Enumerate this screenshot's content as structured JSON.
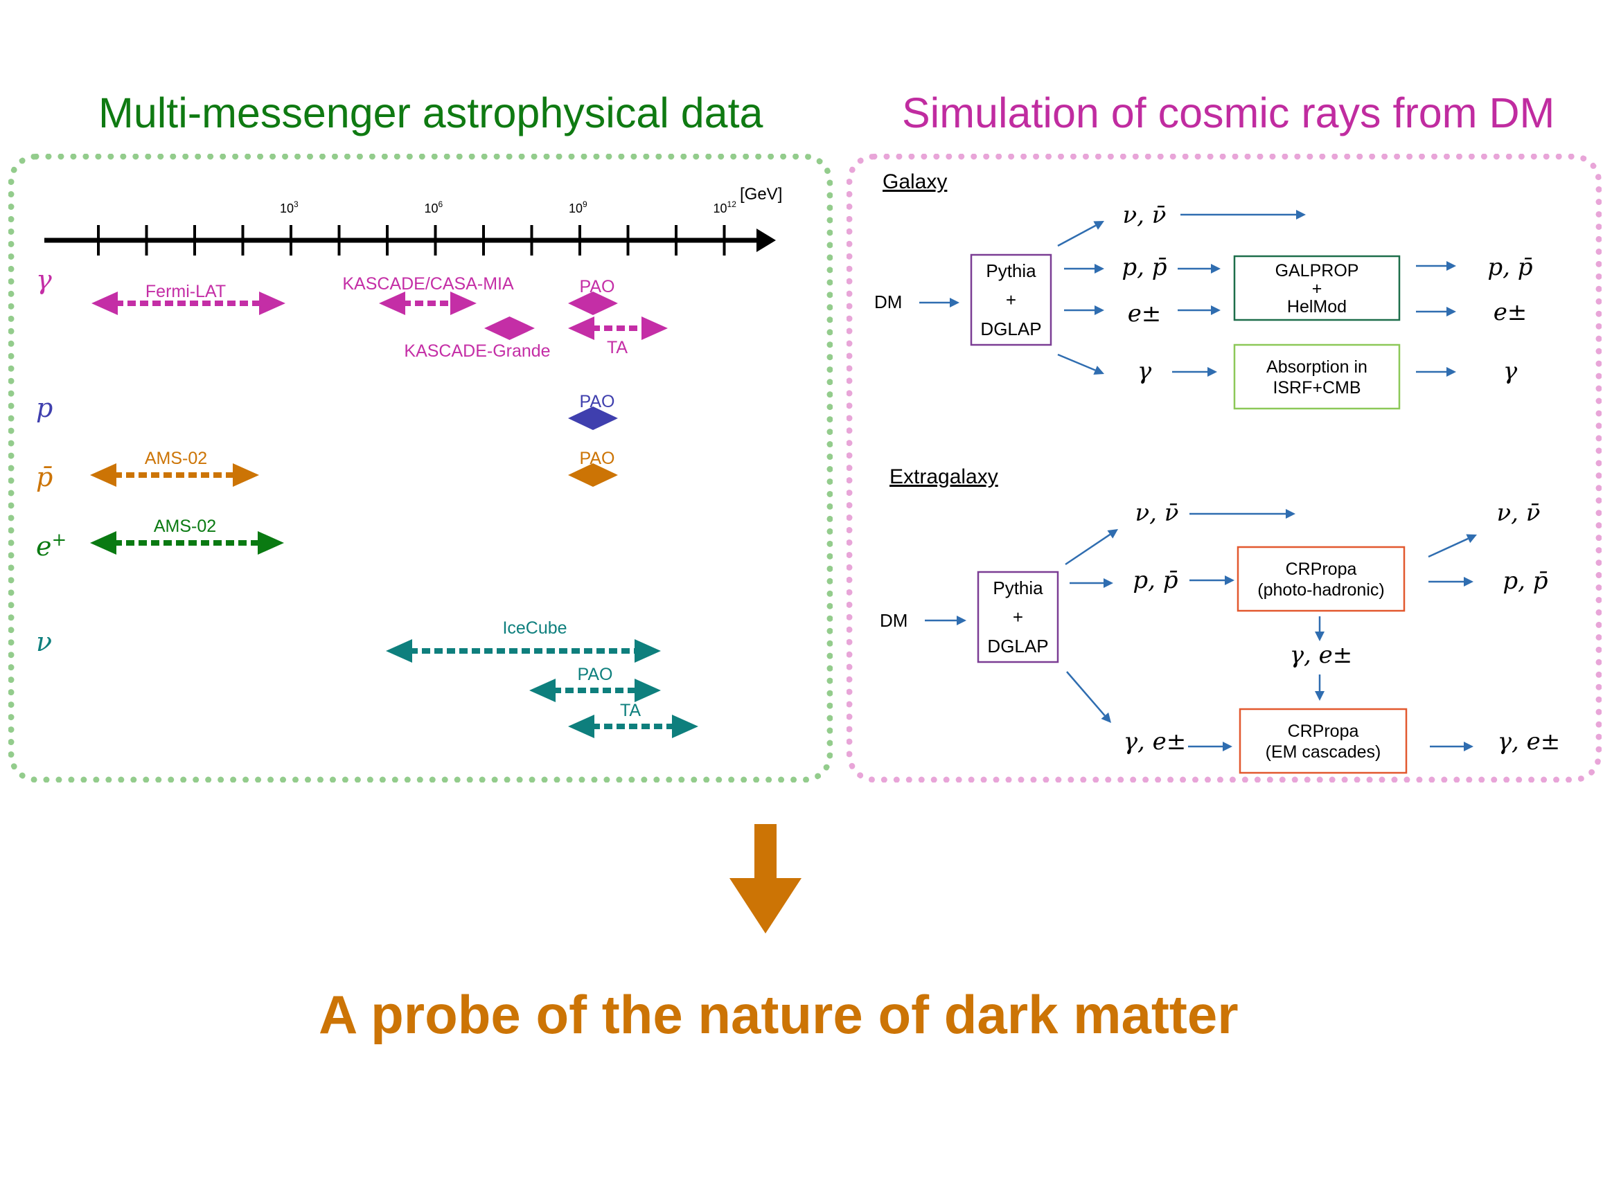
{
  "left_title": "Multi-messenger astrophysical data",
  "right_title": "Simulation of cosmic rays from DM",
  "conclusion": "A probe of the nature of dark matter",
  "colors": {
    "green_title": "#0f7a12",
    "magenta_title": "#c02ca0",
    "left_border": "#93cc8c",
    "right_border": "#e8a5d8",
    "gamma": "#c42ea6",
    "proton": "#3f3fae",
    "antiproton": "#cc7405",
    "positron": "#0a7a12",
    "neutrino": "#0e7f7d",
    "flow_arrow": "#2f6db0",
    "conclusion": "#cc7405"
  },
  "energy_axis": {
    "unit": "[GeV]",
    "ticks": [
      {
        "base": "10",
        "exp": "3"
      },
      {
        "base": "10",
        "exp": "6"
      },
      {
        "base": "10",
        "exp": "9"
      },
      {
        "base": "10",
        "exp": "12"
      }
    ]
  },
  "messengers": [
    {
      "symbol": "γ",
      "color_key": "gamma"
    },
    {
      "symbol": "p",
      "color_key": "proton"
    },
    {
      "symbol": "p̄",
      "color_key": "antiproton"
    },
    {
      "symbol": "e",
      "sup": "+",
      "color_key": "positron"
    },
    {
      "symbol": "ν",
      "color_key": "neutrino"
    }
  ],
  "ranges": [
    {
      "label": "Fermi-LAT",
      "color_key": "gamma"
    },
    {
      "label": "KASCADE/CASA-MIA",
      "color_key": "gamma"
    },
    {
      "label": "KASCADE-Grande",
      "color_key": "gamma"
    },
    {
      "label": "PAO",
      "color_key": "gamma"
    },
    {
      "label": "TA",
      "color_key": "gamma"
    },
    {
      "label": "PAO",
      "color_key": "proton"
    },
    {
      "label": "AMS-02",
      "color_key": "antiproton"
    },
    {
      "label": "PAO",
      "color_key": "antiproton"
    },
    {
      "label": "AMS-02",
      "color_key": "positron"
    },
    {
      "label": "IceCube",
      "color_key": "neutrino"
    },
    {
      "label": "PAO",
      "color_key": "neutrino"
    },
    {
      "label": "TA",
      "color_key": "neutrino"
    }
  ],
  "galaxy": {
    "heading": "Galaxy",
    "source": "DM",
    "generator": [
      "Pythia",
      "+",
      "DGLAP"
    ],
    "particles": [
      "ν, ν̄",
      "p, p̄",
      "e±",
      "γ"
    ],
    "propagator": [
      "GALPROP",
      "+",
      "HelMod"
    ],
    "absorber": [
      "Absorption in",
      "ISRF+CMB"
    ]
  },
  "extragalaxy": {
    "heading": "Extragalaxy",
    "source": "DM",
    "generator": [
      "Pythia",
      "+",
      "DGLAP"
    ],
    "particles": [
      "ν, ν̄",
      "p, p̄",
      "γ, e±"
    ],
    "hadronic": [
      "CRPropa",
      "(photo-hadronic)"
    ],
    "secondary": "γ, e±",
    "em": [
      "CRPropa",
      "(EM cascades)"
    ]
  }
}
